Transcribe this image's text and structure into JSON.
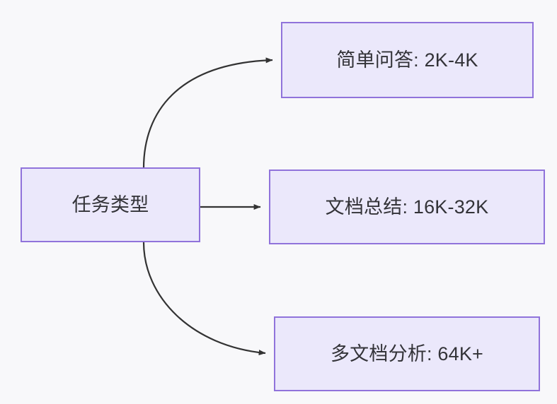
{
  "diagram": {
    "type": "flowchart",
    "direction": "left-to-right",
    "background_color": "#f8f8fa",
    "node_fill_color": "#ebe8fb",
    "node_border_color": "#9073db",
    "node_text_color": "#333338",
    "edge_color": "#333333",
    "root": {
      "id": "root",
      "label": "任务类型"
    },
    "branches": [
      {
        "id": "simple-qa",
        "label": "简单问答: 2K-4K",
        "task": "简单问答",
        "context_length": "2K-4K",
        "edge": "curve-up",
        "arrowhead": "filled-triangle"
      },
      {
        "id": "doc-summary",
        "label": "文档总结: 16K-32K",
        "task": "文档总结",
        "context_length": "16K-32K",
        "edge": "straight",
        "arrowhead": "filled-triangle"
      },
      {
        "id": "multi-doc",
        "label": "多文档分析: 64K+",
        "task": "多文档分析",
        "context_length": "64K+",
        "edge": "curve-down",
        "arrowhead": "filled-triangle"
      }
    ]
  }
}
